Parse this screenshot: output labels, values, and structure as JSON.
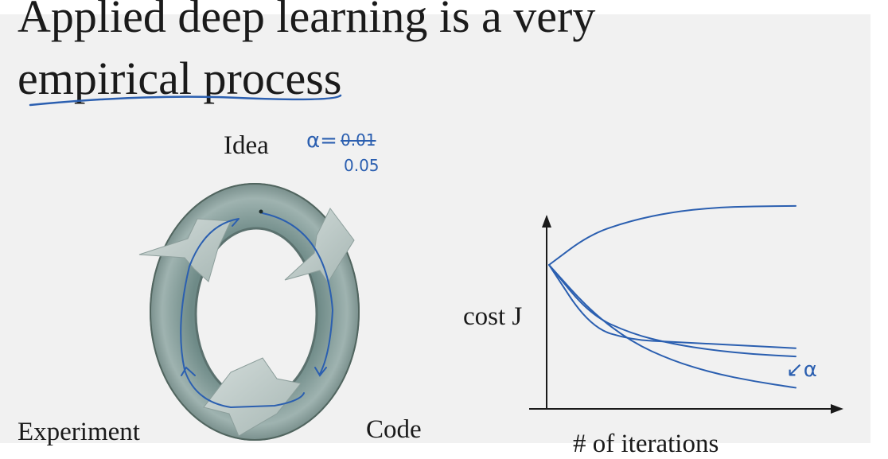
{
  "slide": {
    "title_line_1": "Applied deep learning is a very",
    "title_line_2": "empirical process",
    "background_color": "#f1f1f1",
    "ink_color": "#2b5fb0"
  },
  "cycle": {
    "labels": {
      "idea": "Idea",
      "code": "Code",
      "experiment": "Experiment"
    }
  },
  "annotations": {
    "alpha_label": "α=",
    "alpha_old_value": "0.01",
    "alpha_new_value": "0.05",
    "alpha_arrow_label": "↙α"
  },
  "chart_data": {
    "type": "line",
    "xlabel": "# of iterations",
    "ylabel": "cost J",
    "grid": false,
    "legend": "none",
    "series": [
      {
        "shape": "rising",
        "x": [
          0,
          10,
          20,
          30,
          40,
          50,
          60
        ],
        "values": [
          0.0,
          0.9,
          1.3,
          1.55,
          1.68,
          1.72,
          1.73
        ]
      },
      {
        "shape": "decreasing-plateau",
        "x": [
          0,
          10,
          20,
          30,
          40,
          50,
          60
        ],
        "values": [
          0.0,
          -1.5,
          -1.8,
          -1.85,
          -1.9,
          -1.95,
          -2.0
        ]
      },
      {
        "shape": "decreasing",
        "x": [
          0,
          10,
          20,
          30,
          40,
          50,
          60
        ],
        "values": [
          0.0,
          -1.2,
          -1.65,
          -1.9,
          -2.05,
          -2.15,
          -2.2
        ]
      },
      {
        "shape": "decreasing-steep",
        "x": [
          0,
          10,
          20,
          30,
          40,
          50,
          60
        ],
        "values": [
          0.0,
          -1.1,
          -1.85,
          -2.3,
          -2.6,
          -2.8,
          -2.95
        ]
      }
    ]
  }
}
